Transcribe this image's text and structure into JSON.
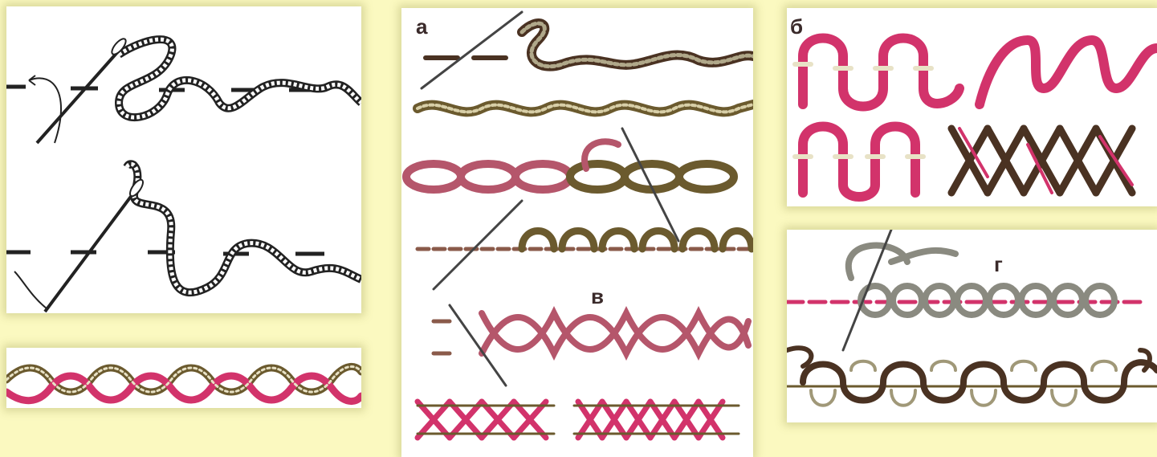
{
  "labels": {
    "a": "а",
    "b": "б",
    "v": "в",
    "g": "г"
  },
  "colors": {
    "background": "#fbf9c0",
    "thread_black": "#222222",
    "thread_pink": "#d2336b",
    "thread_olive": "#6b5a2e",
    "thread_grey": "#8a8a80",
    "thread_rose": "#b5566b",
    "thread_brown": "#4a3222"
  },
  "icons": [
    "needle-icon",
    "thread-loop-icon"
  ]
}
